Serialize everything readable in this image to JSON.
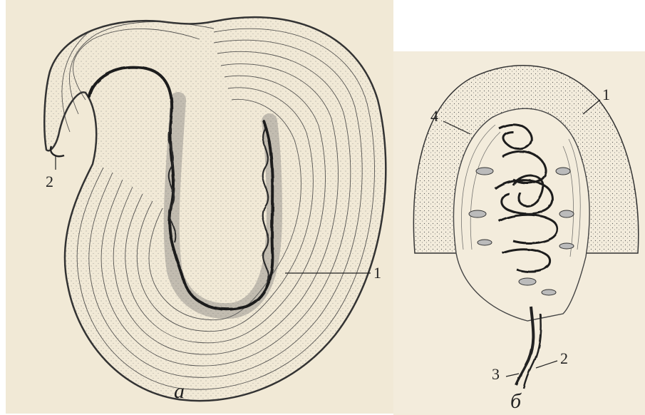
{
  "panel_a": {
    "letter": "a",
    "labels": {
      "label_1": "1",
      "label_2": "2"
    }
  },
  "panel_b": {
    "letter": "б",
    "labels": {
      "label_1": "1",
      "label_2": "2",
      "label_3": "3",
      "label_4": "4"
    }
  },
  "colors": {
    "paper": "#f1e9d6",
    "ink": "#2b2b2b",
    "vessel": "#1f1f1f"
  }
}
